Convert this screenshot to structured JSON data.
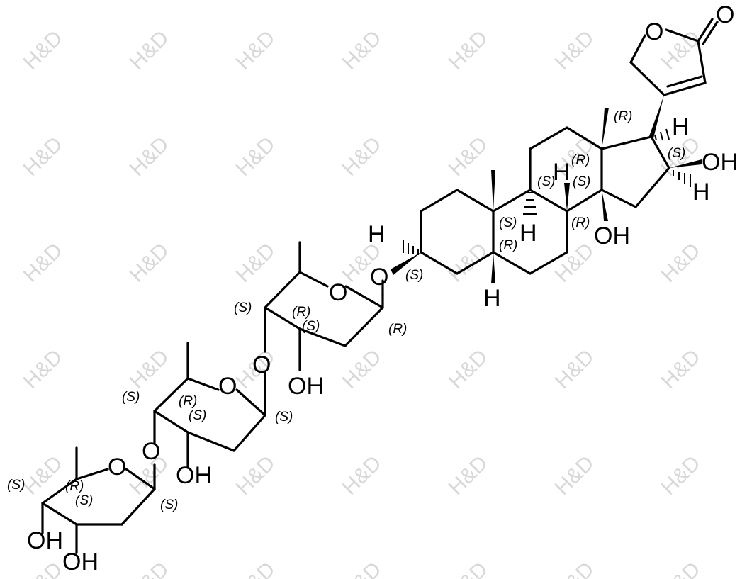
{
  "watermark": "H&D",
  "atoms": {
    "O": "O",
    "OH": "OH",
    "H": "H"
  },
  "stereo": {
    "R": "(R)",
    "S": "(S)"
  }
}
